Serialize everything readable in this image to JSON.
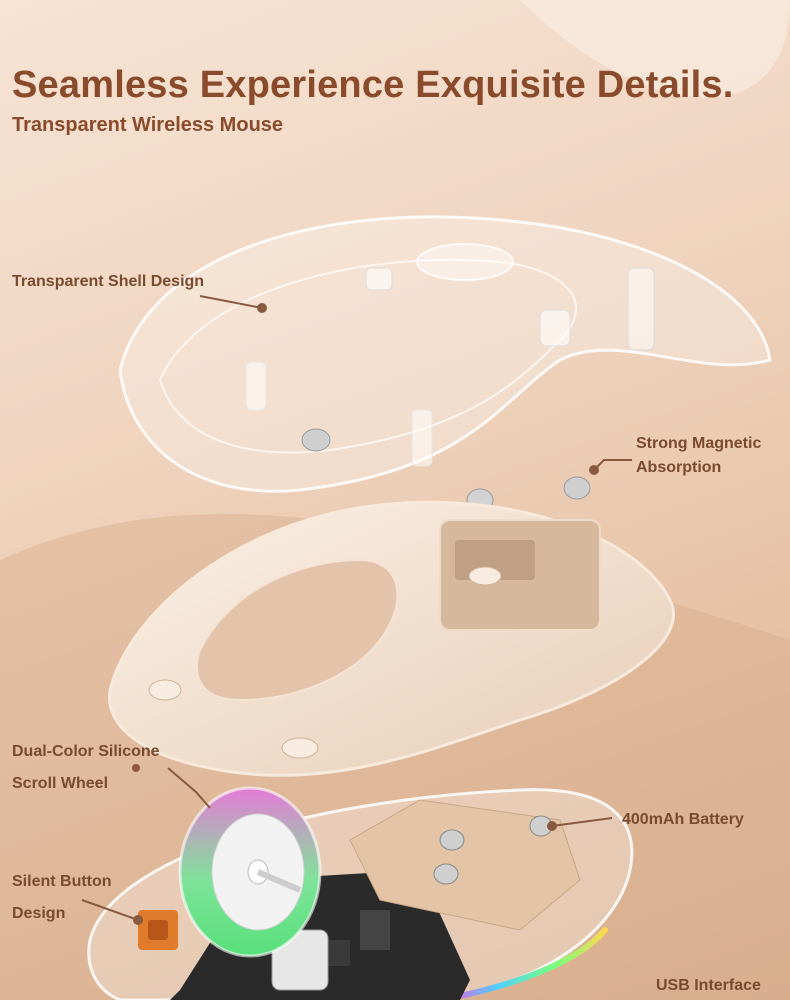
{
  "header": {
    "headline": "Seamless Experience Exquisite Details.",
    "subline": "Transparent Wireless Mouse"
  },
  "callouts": {
    "shell": "Transparent Shell Design",
    "magnetic_line1": "Strong Magnetic",
    "magnetic_line2": "Absorption",
    "scroll_line1": "Dual-Color Silicone",
    "scroll_line2": "Scroll Wheel",
    "battery": "400mAh Battery",
    "button_line1": "Silent Button",
    "button_line2": "Design",
    "usb": "USB Interface"
  },
  "colors": {
    "headline": "#8a4b2c",
    "callout_text": "#7a4a30",
    "leader_line": "#8a5a40",
    "shell_base": "#f3e3d3",
    "pcb": "#2a2a2a",
    "wheel_pink": "#e47bd6",
    "wheel_green": "#57e07a"
  }
}
